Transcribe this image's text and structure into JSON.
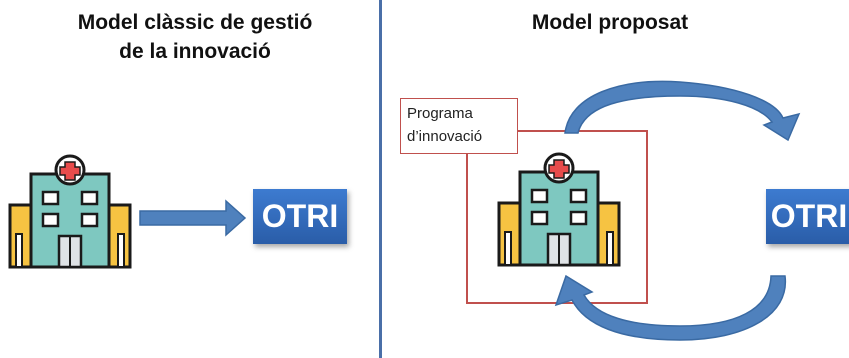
{
  "left_panel": {
    "title_line1": "Model clàssic de gestió",
    "title_line2": "de la innovació",
    "otri_label": "OTRI"
  },
  "right_panel": {
    "title": "Model proposat",
    "program_label_line1": "Programa",
    "program_label_line2": "d’innovació",
    "otri_label": "OTRI"
  },
  "colors": {
    "divider": "#4a6fa8",
    "arrow": "#4f81bd",
    "otri_box": "#2f69b8",
    "program_border": "#c0504d",
    "hospital_body": "#7ec8c0",
    "hospital_wings": "#f6c342"
  },
  "icons": [
    "hospital-icon",
    "arrow-right-icon",
    "cycle-arrow-top-icon",
    "cycle-arrow-bottom-icon"
  ]
}
